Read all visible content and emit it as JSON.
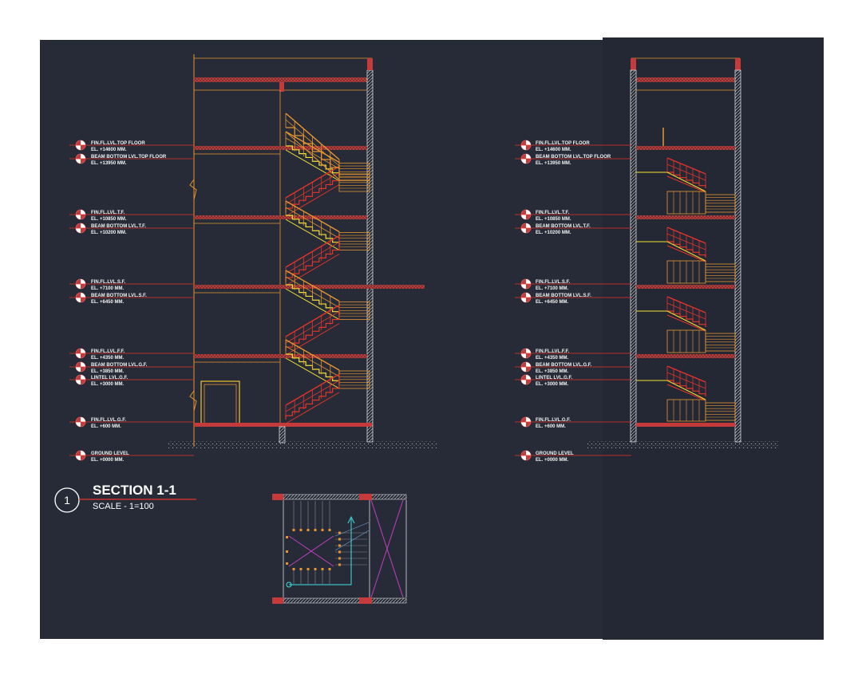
{
  "title_block": {
    "number": "1",
    "title": "SECTION 1-1",
    "scale": "SCALE - 1=100"
  },
  "levels": [
    {
      "id": "top",
      "l1": "FIN.FL.LVL.TOP FLOOR",
      "l2": "EL. +14600 MM.",
      "l3": "BEAM BOTTOM LVL.TOP FLOOR",
      "l4": "EL. +13950 MM."
    },
    {
      "id": "t",
      "l1": "FIN.FL.LVL.T.F.",
      "l2": "EL. +10850 MM.",
      "l3": "BEAM BOTTOM LVL.T.F.",
      "l4": "EL. +10200 MM."
    },
    {
      "id": "s",
      "l1": "FIN.FL.LVL.S.F.",
      "l2": "EL. +7100 MM.",
      "l3": "BEAM BOTTOM LVL.S.F.",
      "l4": "EL. +6450 MM."
    },
    {
      "id": "f",
      "l1": "FIN.FL.LVL.F.F.",
      "l2": "EL. +4350 MM.",
      "l3": "BEAM BOTTOM LVL.G.F.",
      "l4": "EL. +3850 MM.",
      "l5": "LINTEL LVL.G.F.",
      "l6": "EL. +3000 MM."
    },
    {
      "id": "g",
      "l1": "FIN.FL.LVL.G.F.",
      "l2": "EL. +600 MM."
    },
    {
      "id": "gl",
      "l1": "GROUND LEVEL",
      "l2": "EL. +0000 MM."
    }
  ],
  "colors": {
    "background": "#262b37",
    "slab": "#c53a3a",
    "wall": "#d8d8d8",
    "orange": "#e6952f",
    "red": "#e5332a",
    "yellow": "#f2e233",
    "magenta": "#c040c0",
    "cyan": "#40e0e0"
  }
}
